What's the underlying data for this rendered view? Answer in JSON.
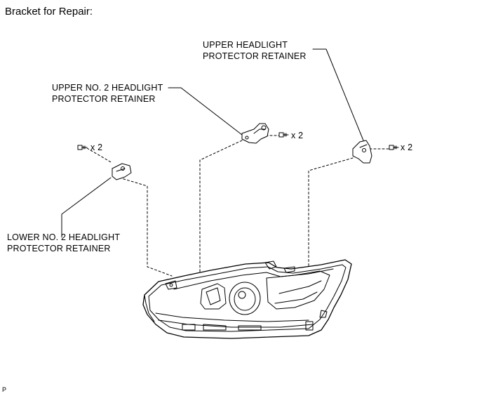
{
  "title": "Bracket for Repair:",
  "labels": {
    "upper_headlight_retainer": [
      "UPPER HEADLIGHT",
      "PROTECTOR RETAINER"
    ],
    "upper_no2_retainer": [
      "UPPER NO. 2 HEADLIGHT",
      "PROTECTOR RETAINER"
    ],
    "lower_no2_retainer": [
      "LOWER NO. 2 HEADLIGHT",
      "PROTECTOR RETAINER"
    ]
  },
  "screw_counts": {
    "left": "x 2",
    "middle": "x 2",
    "right": "x 2"
  },
  "corner_code": "P",
  "icons": [
    "screw-icon",
    "retainer-bracket-icon",
    "headlight-assembly-icon"
  ]
}
